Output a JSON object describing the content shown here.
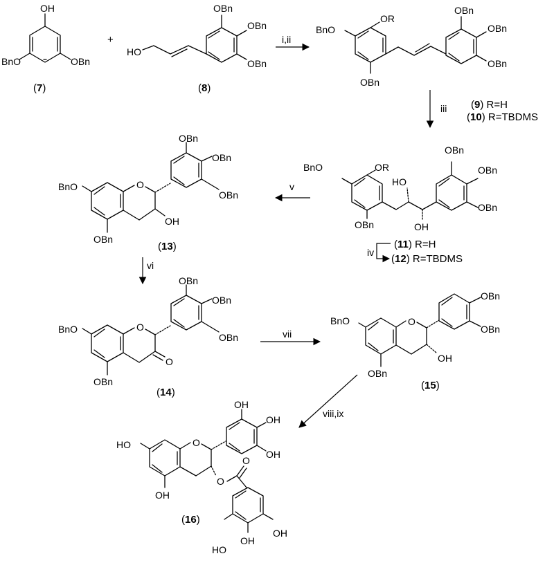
{
  "groups": {
    "OH": "OH",
    "HO": "HO",
    "OBn": "OBn",
    "BnO": "BnO",
    "BnO_alt": "BnO",
    "OR": "OR",
    "O": "O"
  },
  "plus": "+",
  "compounds": {
    "c7": "7",
    "c8": "8",
    "c9": "9",
    "c9_r": "R=H",
    "c10": "10",
    "c10_r": "R=TBDMS",
    "c11": "11",
    "c11_r": "R=H",
    "c12": "12",
    "c12_r": "R=TBDMS",
    "c13": "13",
    "c14": "14",
    "c15": "15",
    "c16": "16"
  },
  "reagents": {
    "step_i_ii": "i,ii",
    "step_iii": "iii",
    "step_iv": "iv",
    "step_v": "v",
    "step_vi": "vi",
    "step_vii": "vii",
    "step_viii_ix": "viii,ix"
  }
}
